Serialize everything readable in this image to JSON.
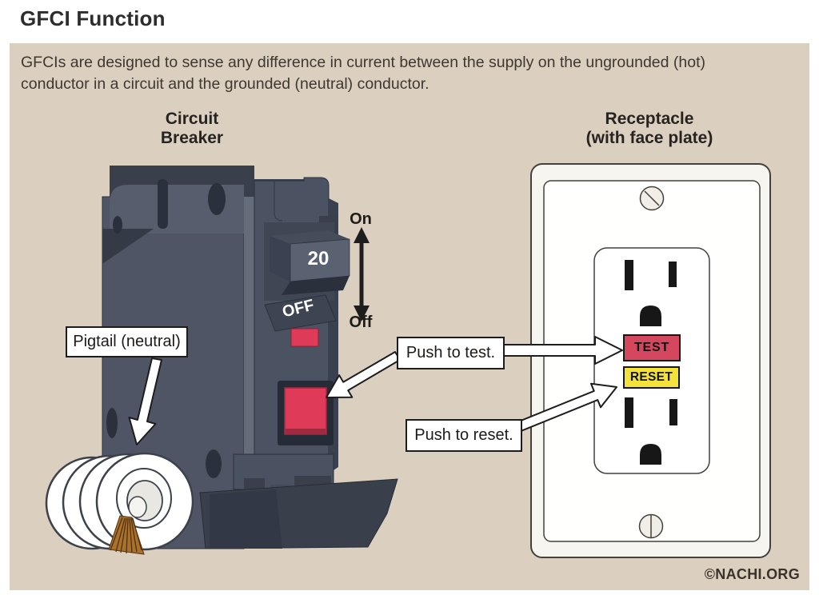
{
  "page": {
    "title": "GFCI Function",
    "copyright": "©NACHI.ORG"
  },
  "intro": {
    "text": "GFCIs are designed to sense any difference in current between the supply on the ungrounded (hot)\nconductor in a circuit and the grounded (neutral) conductor."
  },
  "breaker": {
    "heading": "Circuit\nBreaker",
    "amp_rating": "20",
    "off_switch_text": "OFF",
    "toggle_on_label": "On",
    "toggle_off_label": "Off",
    "pigtail_label": "Pigtail (neutral)",
    "push_test_label": "Push to test."
  },
  "receptacle": {
    "heading": "Receptacle\n(with face plate)",
    "test_button": "TEST",
    "reset_button": "RESET",
    "push_reset_label": "Push to reset."
  },
  "colors": {
    "background_beige": "#dbcfc0",
    "breaker_red": "#df3a57",
    "test_button_red": "#d5475e",
    "reset_button_yellow": "#f3e23c"
  }
}
